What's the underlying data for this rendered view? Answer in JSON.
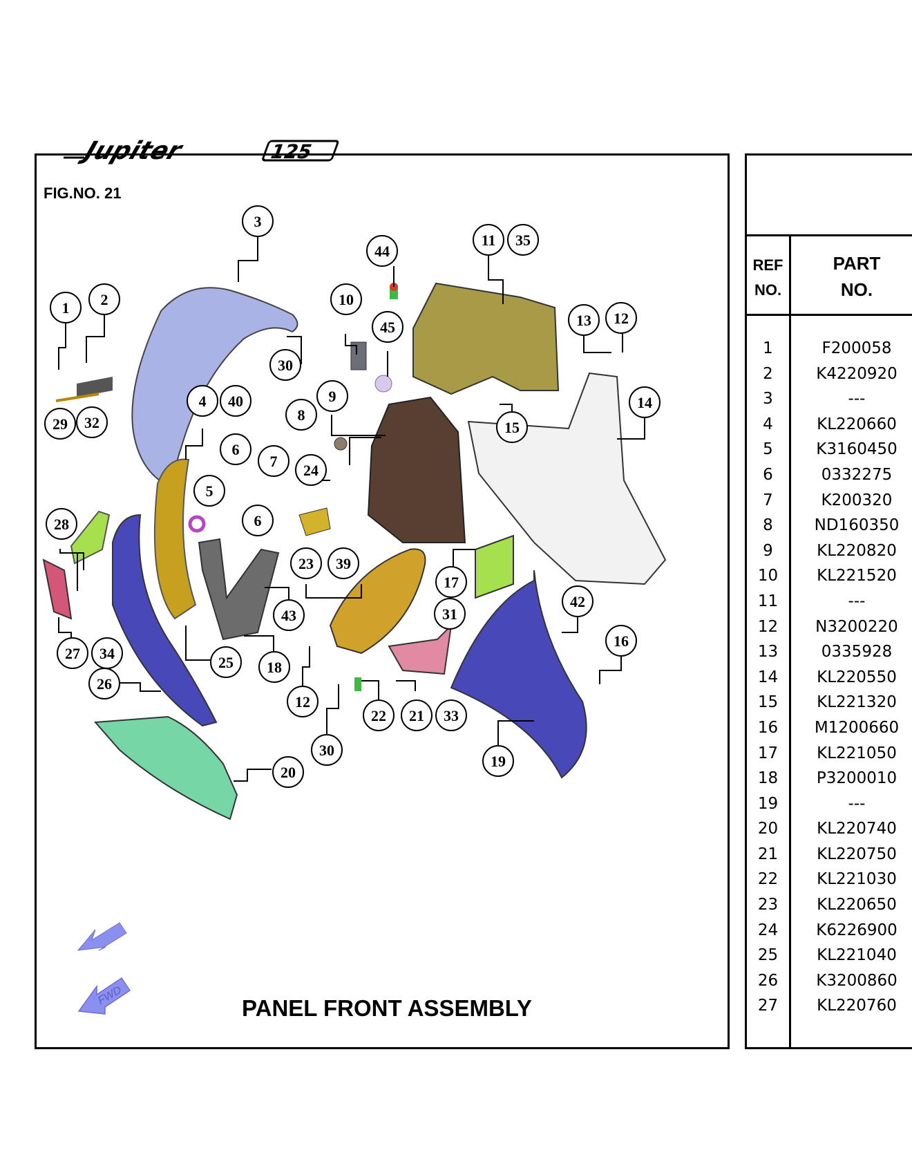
{
  "header": {
    "logo_text": "Jupiter 125",
    "fig_label": "FIG.NO. 21"
  },
  "diagram": {
    "title": "PANEL FRONT ASSEMBLY",
    "fwd_label": "FWD",
    "callouts": [
      "1",
      "2",
      "3",
      "4",
      "40",
      "5",
      "6",
      "7",
      "6",
      "8",
      "24",
      "9",
      "10",
      "30",
      "44",
      "45",
      "11",
      "35",
      "13",
      "12",
      "14",
      "15",
      "29",
      "32",
      "28",
      "27",
      "34",
      "26",
      "25",
      "18",
      "43",
      "23",
      "39",
      "17",
      "31",
      "42",
      "16",
      "12",
      "30",
      "22",
      "21",
      "33",
      "19",
      "20"
    ]
  },
  "table": {
    "header": {
      "ref": [
        "REF",
        "NO."
      ],
      "part": [
        "PART",
        "NO."
      ]
    },
    "rows": [
      {
        "ref": "1",
        "part": "F200058"
      },
      {
        "ref": "2",
        "part": "K4220920"
      },
      {
        "ref": "3",
        "part": "---"
      },
      {
        "ref": "4",
        "part": "KL220660"
      },
      {
        "ref": "5",
        "part": "K3160450"
      },
      {
        "ref": "6",
        "part": "0332275"
      },
      {
        "ref": "7",
        "part": "K200320"
      },
      {
        "ref": "8",
        "part": "ND160350"
      },
      {
        "ref": "9",
        "part": "KL220820"
      },
      {
        "ref": "10",
        "part": "KL221520"
      },
      {
        "ref": "11",
        "part": "---"
      },
      {
        "ref": "12",
        "part": "N3200220"
      },
      {
        "ref": "13",
        "part": "0335928"
      },
      {
        "ref": "14",
        "part": "KL220550"
      },
      {
        "ref": "15",
        "part": "KL221320"
      },
      {
        "ref": "16",
        "part": "M1200660"
      },
      {
        "ref": "17",
        "part": "KL221050"
      },
      {
        "ref": "18",
        "part": "P3200010"
      },
      {
        "ref": "19",
        "part": "---"
      },
      {
        "ref": "20",
        "part": "KL220740"
      },
      {
        "ref": "21",
        "part": "KL220750"
      },
      {
        "ref": "22",
        "part": "KL221030"
      },
      {
        "ref": "23",
        "part": "KL220650"
      },
      {
        "ref": "24",
        "part": "K6226900"
      },
      {
        "ref": "25",
        "part": "KL221040"
      },
      {
        "ref": "26",
        "part": "K3200860"
      },
      {
        "ref": "27",
        "part": "KL220760"
      }
    ]
  }
}
